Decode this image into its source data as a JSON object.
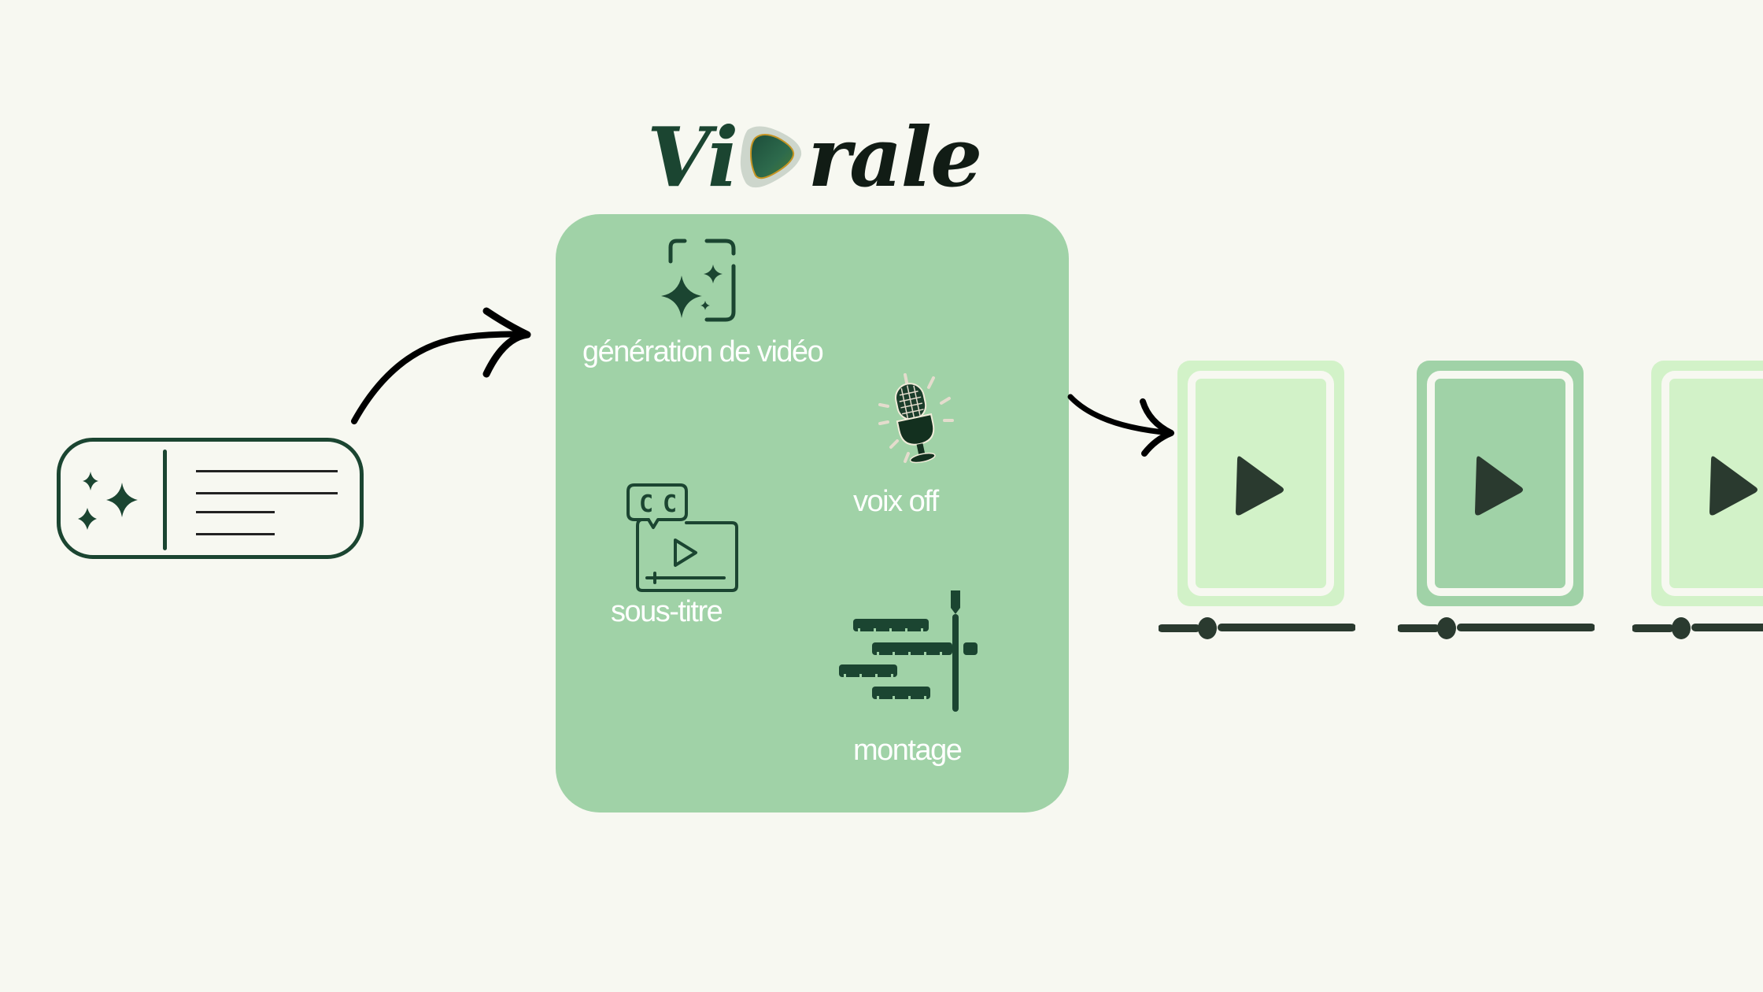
{
  "logo": {
    "prefix": "Vi",
    "suffix": "rale",
    "icon": "play-badge-icon"
  },
  "input": {
    "icon": "sparkles-icon",
    "text_lines": 4
  },
  "features": [
    {
      "label": "génération de vidéo",
      "icon": "ai-frame-sparkles-icon"
    },
    {
      "label": "voix off",
      "icon": "microphone-icon"
    },
    {
      "label": "sous-titre",
      "icon": "closed-caption-video-icon"
    },
    {
      "label": "montage",
      "icon": "timeline-edit-icon"
    }
  ],
  "outputs": [
    {
      "icon": "video-play-icon",
      "shade": "light"
    },
    {
      "icon": "video-play-icon",
      "shade": "medium"
    },
    {
      "icon": "video-play-icon",
      "shade": "light"
    }
  ],
  "colors": {
    "background": "#f7f8f1",
    "panel": "#a0d2a7",
    "dark_green": "#1b4531",
    "light_video": "#d2f2c8",
    "medium_video": "#a0d2a7",
    "player_dark": "#2a3a2f"
  }
}
